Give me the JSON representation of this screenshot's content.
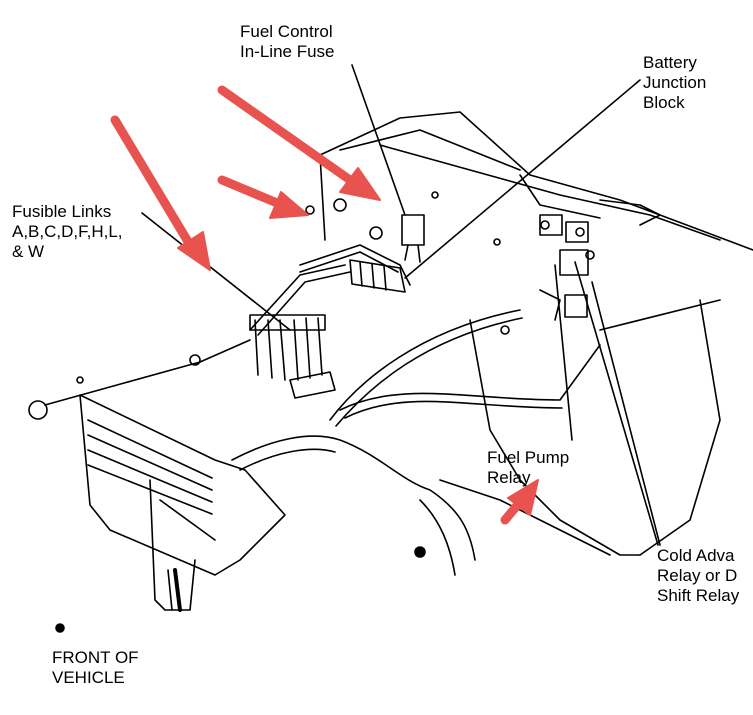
{
  "labels": {
    "fuel_control_fuse": "Fuel Control\nIn-Line Fuse",
    "battery_junction_block": "Battery\nJunction\nBlock",
    "fusible_links": "Fusible Links\nA,B,C,D,F,H,L,\n& W",
    "fuel_pump_relay": "Fuel Pump\nRelay",
    "cold_advance_relay": "Cold Adva\nRelay or D\nShift Relay",
    "front_of_vehicle": "FRONT OF\nVEHICLE"
  },
  "colors": {
    "line_art": "#000000",
    "highlight_arrow": "#e8534f",
    "background": "#ffffff"
  }
}
